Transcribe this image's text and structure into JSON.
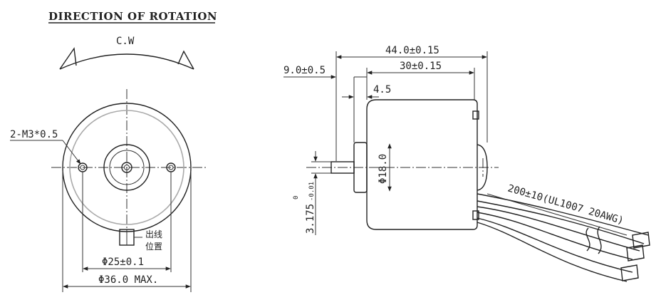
{
  "front_view": {
    "title": "DIRECTION OF ROTATION",
    "rotation_label": "C.W",
    "screw_label": "2-M3*0.5",
    "lead_exit_label_1": "出线",
    "lead_exit_label_2": "位置",
    "hole_pitch_label": "Φ25±0.1",
    "body_diameter_label": "Φ36.0 MAX."
  },
  "side_view": {
    "overall_length_label": "44.0±0.15",
    "body_length_label": "30±0.15",
    "shaft_length_label": "9.0±0.5",
    "boss_length_label": "4.5",
    "boss_diameter_label": "Φ18.0",
    "shaft_diameter_label": "3.175",
    "shaft_tolerance_upper": "0",
    "shaft_tolerance_lower": "-0.01",
    "lead_wire_label": "200±10(UL1007 20AWG)"
  }
}
